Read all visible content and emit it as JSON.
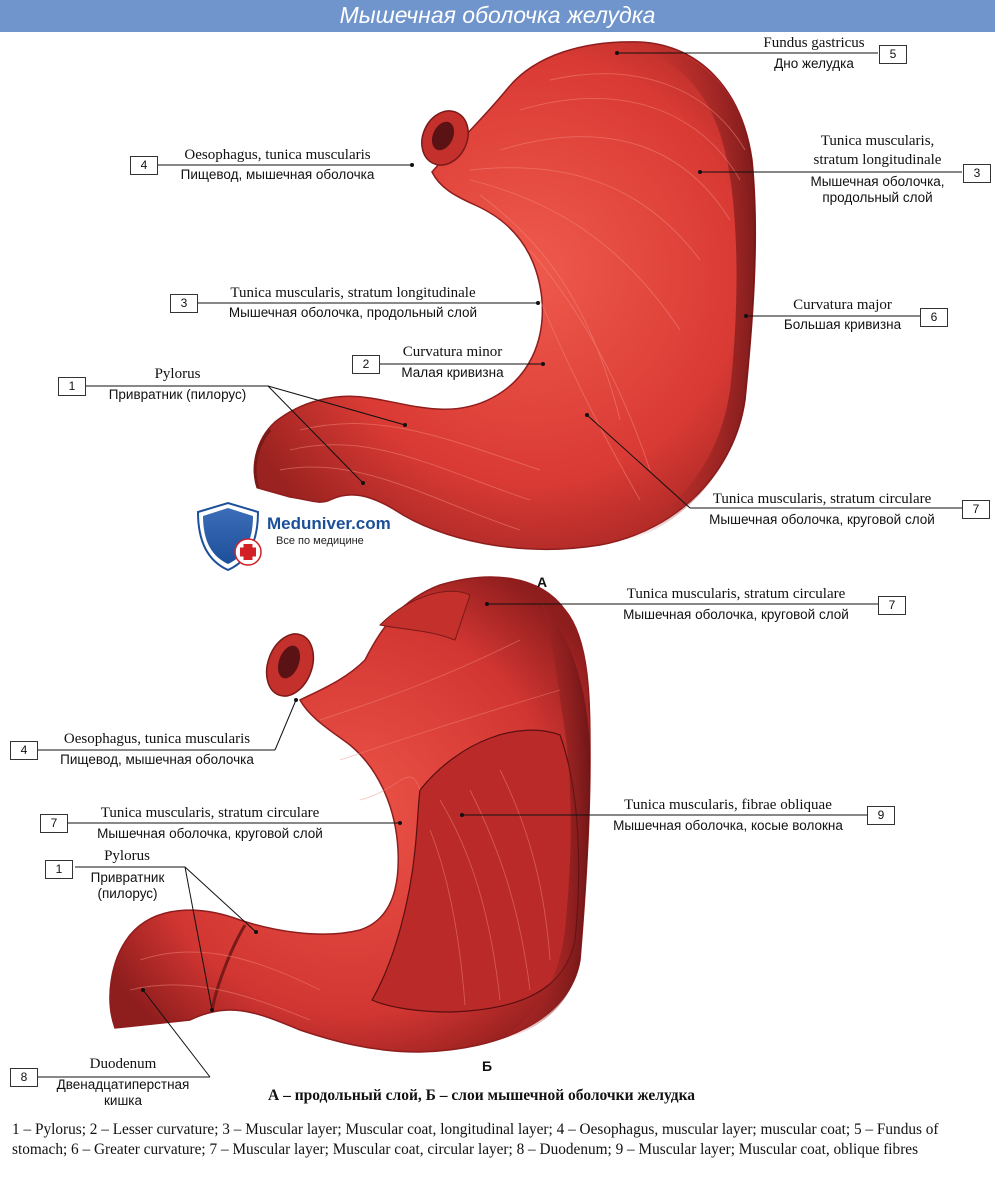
{
  "title": "Мышечная оболочка желудка",
  "watermark": {
    "name": "Meduniver.com",
    "tagline": "Все по медицине"
  },
  "panel_a": {
    "letter": "А",
    "labels": {
      "fundus": {
        "num": "5",
        "latin": "Fundus gastricus",
        "russian": "Дно желудка"
      },
      "oesophagus": {
        "num": "4",
        "latin": "Oesophagus, tunica muscularis",
        "russian": "Пищевод, мышечная оболочка"
      },
      "long_right": {
        "num": "3",
        "latin_1": "Tunica muscularis,",
        "latin_2": "stratum longitudinale",
        "russian_1": "Мышечная оболочка,",
        "russian_2": "продольный слой"
      },
      "long_left": {
        "num": "3",
        "latin": "Tunica muscularis, stratum longitudinale",
        "russian": "Мышечная оболочка, продольный слой"
      },
      "curv_major": {
        "num": "6",
        "latin": "Curvatura major",
        "russian": "Большая кривизна"
      },
      "curv_minor": {
        "num": "2",
        "latin": "Curvatura minor",
        "russian": "Малая кривизна"
      },
      "pylorus": {
        "num": "1",
        "latin": "Pylorus",
        "russian": "Привратник (пилорус)"
      },
      "circular": {
        "num": "7",
        "latin": "Tunica muscularis, stratum circulare",
        "russian": "Мышечная оболочка, круговой слой"
      }
    }
  },
  "panel_b": {
    "letter": "Б",
    "labels": {
      "circular_top": {
        "num": "7",
        "latin": "Tunica muscularis, stratum circulare",
        "russian": "Мышечная оболочка, круговой слой"
      },
      "oesophagus": {
        "num": "4",
        "latin": "Oesophagus, tunica muscularis",
        "russian": "Пищевод, мышечная оболочка"
      },
      "circular_left": {
        "num": "7",
        "latin": "Tunica muscularis, stratum circulare",
        "russian": "Мышечная оболочка, круговой слой"
      },
      "oblique": {
        "num": "9",
        "latin": "Tunica muscularis, fibrae obliquae",
        "russian": "Мышечная оболочка, косые волокна"
      },
      "pylorus": {
        "num": "1",
        "latin": "Pylorus",
        "russian_1": "Привратник",
        "russian_2": "(пилорус)"
      },
      "duodenum": {
        "num": "8",
        "latin": "Duodenum",
        "russian_1": "Двенадцатиперстная",
        "russian_2": "кишка"
      }
    }
  },
  "caption": "А – продольный слой, Б – слои мышечной оболочки желудка",
  "legend": "1 – Pylorus; 2 – Lesser curvature; 3 – Muscular layer; Muscular coat, longitudinal layer; 4 – Oesophagus, muscular layer; muscular coat; 5 – Fundus of stomach; 6 – Greater curvature; 7 – Muscular layer; Muscular coat, circular layer; 8 – Duodenum; 9 – Muscular layer; Muscular coat, oblique fibres",
  "colors": {
    "title_bar": "#6f95cc",
    "muscle": "#d93a34",
    "muscle_dark": "#8e1d1d",
    "logo_blue": "#1c4f9a",
    "logo_red": "#d32027"
  }
}
